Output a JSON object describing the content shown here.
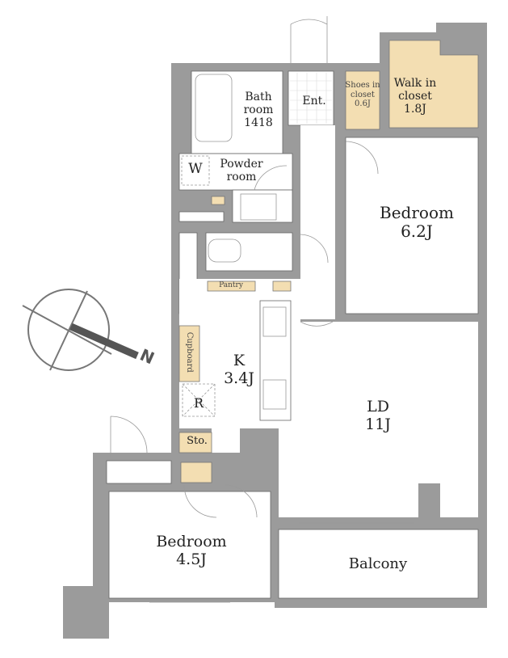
{
  "colors": {
    "wall": "#9b9b9b",
    "storage": "#f3deb2",
    "line": "#555555"
  },
  "rooms": {
    "bath": {
      "name1": "Bath",
      "name2": "room",
      "size": "1418"
    },
    "entrance": {
      "name": "Ent."
    },
    "shoes_closet": {
      "name1": "Shoes in",
      "name2": "closet",
      "size": "0.6J"
    },
    "walk_in_closet": {
      "name1": "Walk in",
      "name2": "closet",
      "size": "1.8J"
    },
    "powder": {
      "name1": "Powder",
      "name2": "room",
      "washer": "W"
    },
    "bedroom_north": {
      "name": "Bedroom",
      "size": "6.2J"
    },
    "pantry": {
      "name": "Pantry"
    },
    "cupboard": {
      "name": "Cupboard"
    },
    "kitchen": {
      "name": "K",
      "size": "3.4J",
      "fridge": "R"
    },
    "storage": {
      "name": "Sto."
    },
    "living_dining": {
      "name": "LD",
      "size": "11J"
    },
    "bedroom_south": {
      "name": "Bedroom",
      "size": "4.5J"
    },
    "balcony": {
      "name": "Balcony"
    }
  },
  "compass": {
    "north_label": "N"
  }
}
